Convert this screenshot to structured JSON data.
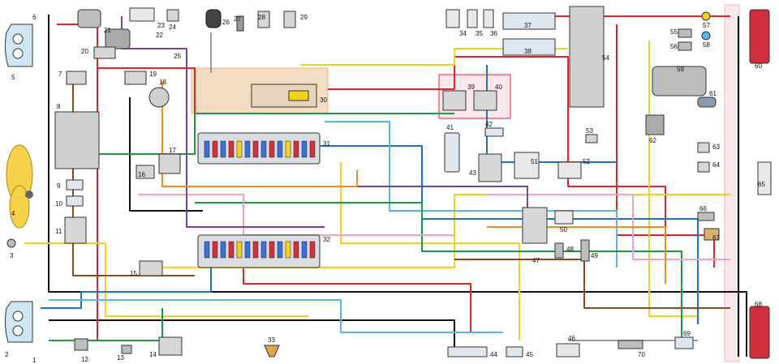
{
  "diagram": {
    "component_numbers": [
      "1",
      "2",
      "3",
      "4",
      "5",
      "6",
      "7",
      "8",
      "9",
      "10",
      "11",
      "12",
      "13",
      "14",
      "15",
      "16",
      "17",
      "18",
      "19",
      "20",
      "21",
      "22",
      "23",
      "24",
      "25",
      "26",
      "27",
      "28",
      "29",
      "30",
      "31",
      "32",
      "33",
      "34",
      "35",
      "36",
      "37",
      "38",
      "39",
      "40",
      "41",
      "42",
      "43",
      "44",
      "45",
      "46",
      "47",
      "48",
      "49",
      "50",
      "51",
      "52",
      "53",
      "54",
      "55",
      "56",
      "57",
      "58",
      "59",
      "60",
      "61",
      "62",
      "63",
      "64",
      "65",
      "66",
      "67",
      "68",
      "69",
      "70"
    ],
    "wire_colors": {
      "red": "#e8202a",
      "blue": "#1e73c8",
      "green": "#1e9a3c",
      "yellow": "#f2d21b",
      "black": "#111111",
      "brown": "#8b4a1c",
      "pink": "#f2a0c8",
      "violet": "#7a3fa0",
      "orange": "#f28c1e",
      "gray": "#9a9a9a",
      "light_blue": "#56b8e8",
      "white": "#dddddd"
    },
    "component_colors": {
      "headlight_body": "#cfe6f5",
      "fuse_red": "#d8303a",
      "fuse_blue": "#3a6fd8",
      "fuse_yellow": "#f2d21b",
      "box_gray": "#cfcfcf",
      "relay_frame": "#d6d6d6",
      "zone_tan": "#f3dcc2",
      "fan_yellow": "#f6d24a",
      "taillight_red": "#cf2e3a"
    }
  }
}
